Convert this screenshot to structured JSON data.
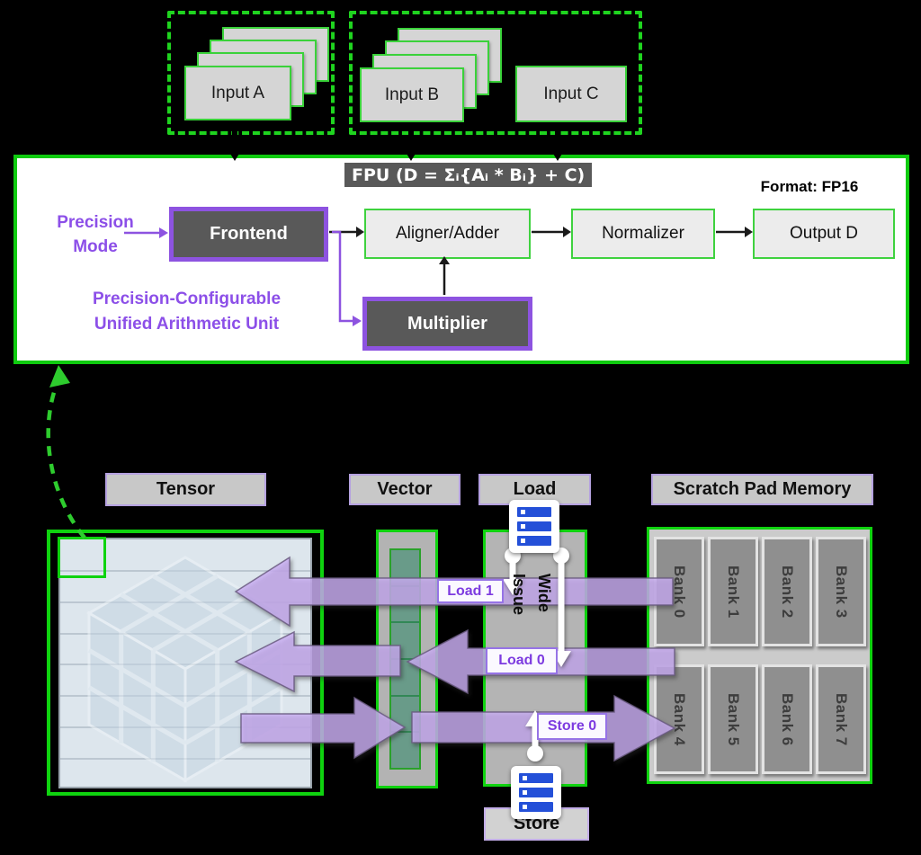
{
  "inputs": {
    "a": "Input A",
    "b": "Input B",
    "c": "Input C"
  },
  "fpu": {
    "title": "FPU (D = Σᵢ{Aᵢ * Bᵢ} + C)",
    "format_label": "Format: FP16",
    "precision_mode": "Precision\nMode",
    "frontend": "Frontend",
    "aligner": "Aligner/Adder",
    "normalizer": "Normalizer",
    "output_d": "Output D",
    "multiplier": "Multiplier",
    "caption": "Precision-Configurable\nUnified Arithmetic Unit"
  },
  "bottom": {
    "headers": {
      "tensor": "Tensor",
      "vector": "Vector",
      "load": "Load",
      "spm": "Scratch Pad Memory"
    },
    "flow_labels": {
      "load1": "Load 1",
      "load0": "Load 0",
      "store0": "Store 0",
      "wide_issue": "Wide\nIssue",
      "store": "Store"
    },
    "banks": [
      "Bank 0",
      "Bank 1",
      "Bank 2",
      "Bank 3",
      "Bank 4",
      "Bank 5",
      "Bank 6",
      "Bank 7"
    ]
  },
  "colors": {
    "accent_green": "#0fd30f",
    "accent_purple": "#8d53e0",
    "band_purple": "#cbaff4",
    "dark_gray": "#595959",
    "icon_blue": "#2450d8",
    "background": "#000000"
  }
}
